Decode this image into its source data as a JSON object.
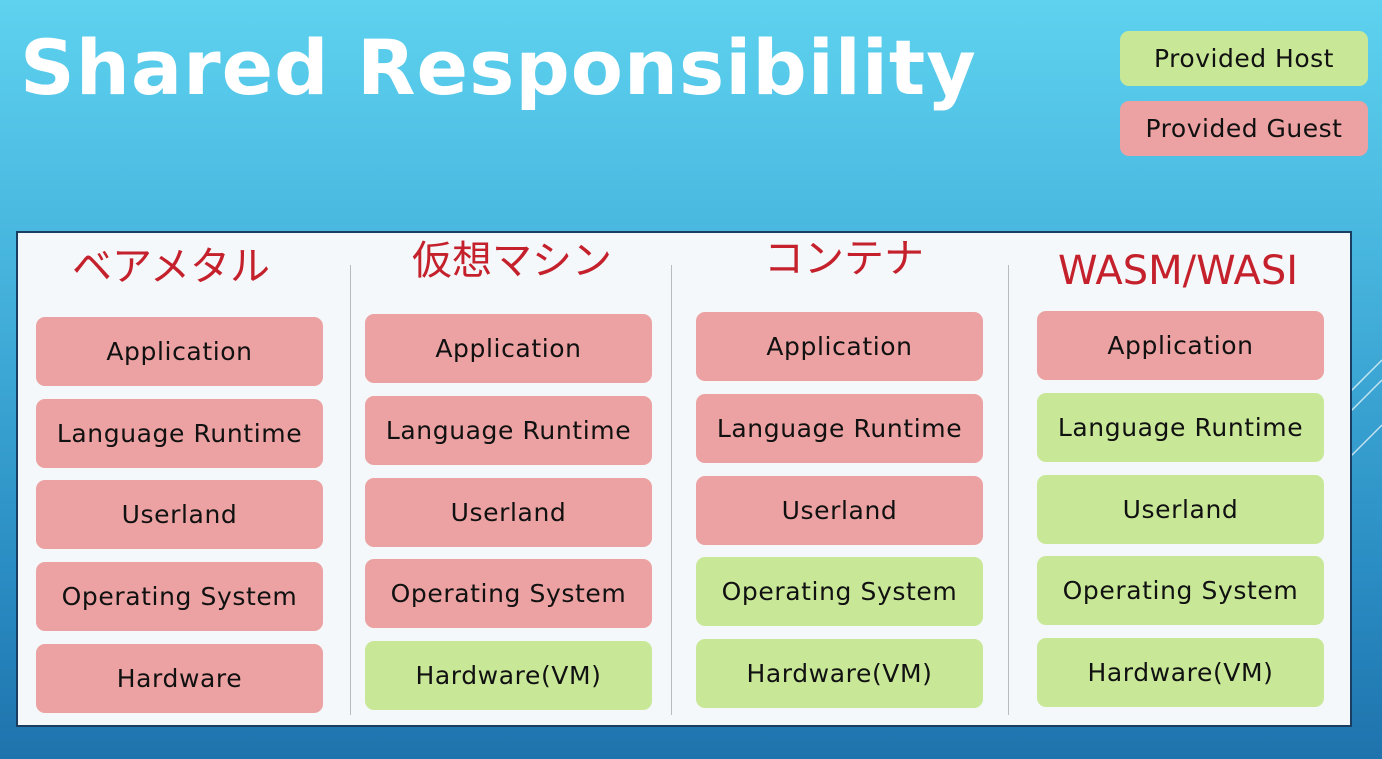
{
  "title": "Shared Responsibility",
  "legend": {
    "host": "Provided Host",
    "guest": "Provided Guest"
  },
  "colors": {
    "host": "#c8e898",
    "guest": "#eca2a2",
    "header_text": "#c4212c"
  },
  "columns": [
    {
      "header": "ベアメタル",
      "layers": [
        {
          "label": "Application",
          "provider": "guest"
        },
        {
          "label": "Language Runtime",
          "provider": "guest"
        },
        {
          "label": "Userland",
          "provider": "guest"
        },
        {
          "label": "Operating System",
          "provider": "guest"
        },
        {
          "label": "Hardware",
          "provider": "guest"
        }
      ]
    },
    {
      "header": "仮想マシン",
      "layers": [
        {
          "label": "Application",
          "provider": "guest"
        },
        {
          "label": "Language Runtime",
          "provider": "guest"
        },
        {
          "label": "Userland",
          "provider": "guest"
        },
        {
          "label": "Operating System",
          "provider": "guest"
        },
        {
          "label": "Hardware(VM)",
          "provider": "host"
        }
      ]
    },
    {
      "header": "コンテナ",
      "layers": [
        {
          "label": "Application",
          "provider": "guest"
        },
        {
          "label": "Language Runtime",
          "provider": "guest"
        },
        {
          "label": "Userland",
          "provider": "guest"
        },
        {
          "label": "Operating System",
          "provider": "host"
        },
        {
          "label": "Hardware(VM)",
          "provider": "host"
        }
      ]
    },
    {
      "header": "WASM/WASI",
      "layers": [
        {
          "label": "Application",
          "provider": "guest"
        },
        {
          "label": "Language Runtime",
          "provider": "host"
        },
        {
          "label": "Userland",
          "provider": "host"
        },
        {
          "label": "Operating System",
          "provider": "host"
        },
        {
          "label": "Hardware(VM)",
          "provider": "host"
        }
      ]
    }
  ]
}
